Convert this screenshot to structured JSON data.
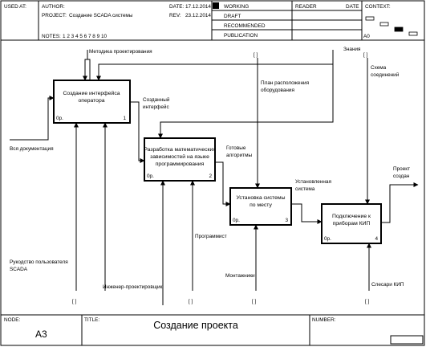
{
  "header": {
    "used_at_label": "USED AT:",
    "author_label": "AUTHOR:",
    "project_label": "PROJECT:",
    "project_value": "Создание SCADA системы",
    "date_label": "DATE:",
    "date_value": "17.12.2014",
    "rev_label": "REV:",
    "rev_value": "23.12.2014",
    "notes_label": "NOTES:",
    "notes_value": "1 2 3 4 5 6 7 8 9 10",
    "status": [
      "WORKING",
      "DRAFT",
      "RECOMMENDED",
      "PUBLICATION"
    ],
    "reader_label": "READER",
    "date2_label": "DATE",
    "context_label": "CONTEXT:",
    "context_node": "A0"
  },
  "boxes": [
    {
      "lines": [
        "Создание интерфейса",
        "оператора"
      ],
      "cost": "0р.",
      "num": "1"
    },
    {
      "lines": [
        "Разработка математических",
        "зависимостей на языке",
        "программирования"
      ],
      "cost": "0р.",
      "num": "2"
    },
    {
      "lines": [
        "Установка системы",
        "по месту"
      ],
      "cost": "0р.",
      "num": "3"
    },
    {
      "lines": [
        "Подключение к",
        "приборам КИП"
      ],
      "cost": "0р.",
      "num": "4"
    }
  ],
  "arrows": {
    "methodology": "Методика проектирования",
    "knowledge": "Знания",
    "scheme": [
      "Схема",
      "соединений"
    ],
    "layout": [
      "План расположения",
      "оборудования"
    ],
    "interface": [
      "Созданный",
      "интерфейс"
    ],
    "all_docs": "Вся документация",
    "algorithms": [
      "Готовые",
      "алгоритмы"
    ],
    "installed": [
      "Установленная",
      "система"
    ],
    "result": [
      "Проект",
      "создан"
    ],
    "programmer": "Программист",
    "manual": [
      "Рукодство пользователя",
      "SCADA"
    ],
    "engineer": "Инженер-проектировщик",
    "installers": "Монтажники",
    "kip": "Слесари КИП"
  },
  "tunnel_glyph": "[ ]",
  "footer": {
    "node_label": "NODE:",
    "node_value": "A3",
    "title_label": "TITLE:",
    "title_value": "Создание проекта",
    "number_label": "NUMBER:"
  }
}
